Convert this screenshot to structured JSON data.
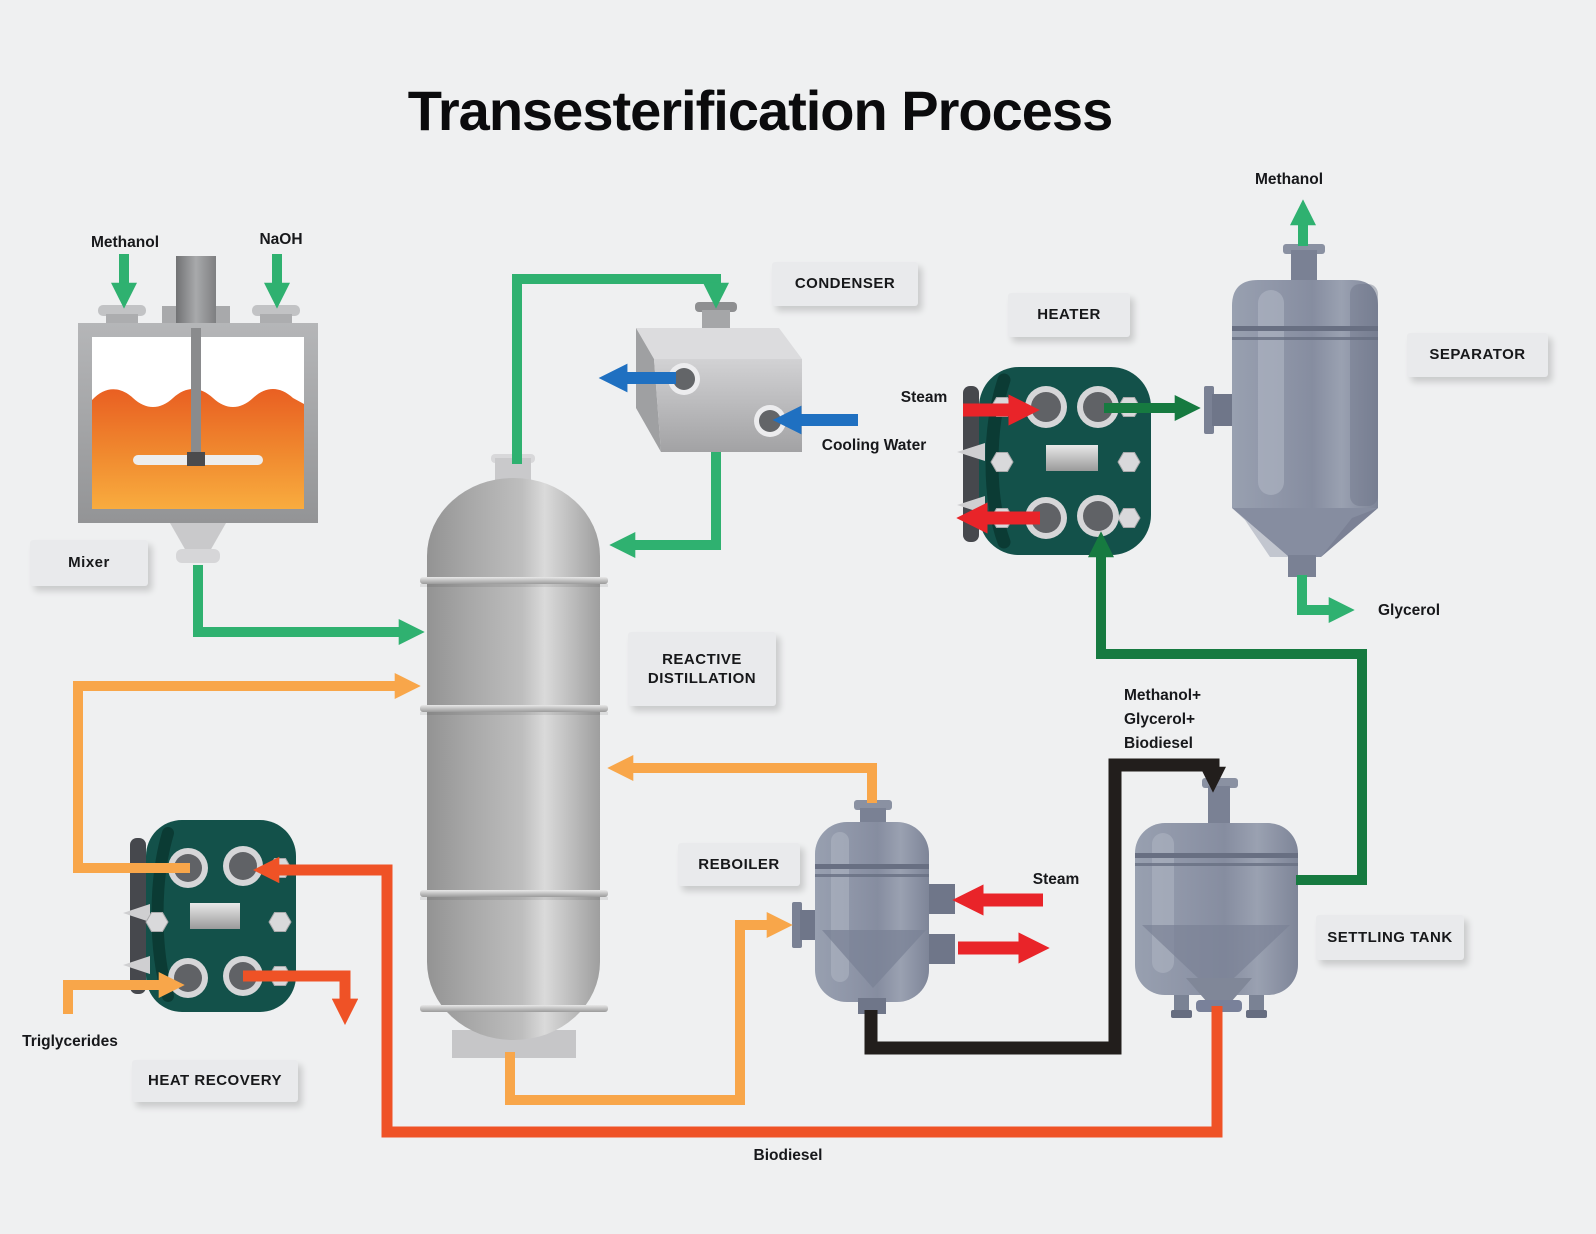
{
  "title": "Transesterification Process",
  "colors": {
    "background": "#EFF0F1",
    "stream_green": "#2FB170",
    "stream_dark_green": "#167A40",
    "stream_amber": "#F8A64A",
    "stream_orange_red": "#EF5226",
    "stream_red": "#E92429",
    "stream_blue": "#1F70C1",
    "stream_black": "#221E1C",
    "exchanger_teal": "#13514A",
    "label_bg": "#E9EAEC",
    "text": "#17181A",
    "liquid_orange_top": "#E95F22",
    "liquid_orange_bottom": "#F9AC3F"
  },
  "equipment": {
    "mixer": {
      "label": "Mixer"
    },
    "condenser": {
      "label": "CONDENSER"
    },
    "heater": {
      "label": "HEATER"
    },
    "separator": {
      "label": "SEPARATOR"
    },
    "reactive_distillation": {
      "label": "REACTIVE DISTILLATION"
    },
    "reboiler": {
      "label": "REBOILER"
    },
    "settling_tank": {
      "label": "SETTLING TANK"
    },
    "heat_recovery": {
      "label": "HEAT RECOVERY"
    }
  },
  "streams": {
    "methanol_feed": {
      "label": "Methanol"
    },
    "naoh_feed": {
      "label": "NaOH"
    },
    "steam_heater": {
      "label": "Steam"
    },
    "cooling_water": {
      "label": "Cooling Water"
    },
    "methanol_recovered": {
      "label": "Methanol"
    },
    "glycerol": {
      "label": "Glycerol"
    },
    "mixed_product": {
      "label": "Methanol+\nGlycerol+\nBiodiesel"
    },
    "steam_reboiler": {
      "label": "Steam"
    },
    "triglycerides": {
      "label": "Triglycerides"
    },
    "biodiesel": {
      "label": "Biodiesel"
    }
  }
}
